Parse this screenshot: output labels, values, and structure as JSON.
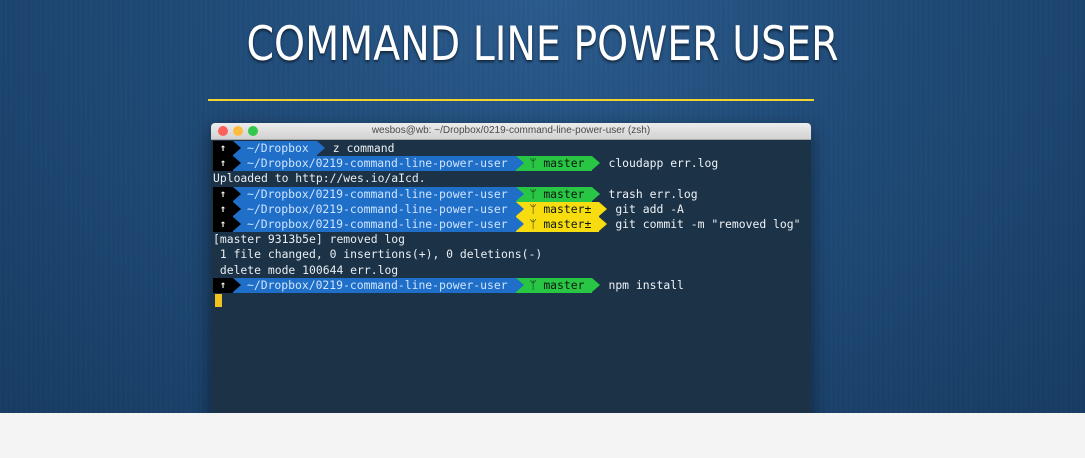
{
  "page": {
    "title": "COMMAND LINE POWER USER"
  },
  "window": {
    "title": "wesbos@wb: ~/Dropbox/0219-command-line-power-user (zsh)"
  },
  "colors": {
    "accent_rule": "#f2d431",
    "path_segment": "#1f6fc9",
    "branch_clean": "#29c544",
    "branch_dirty": "#f7dc10",
    "cursor": "#f2c220",
    "terminal_bg": "#1c3247"
  },
  "terminal": {
    "status_glyph": "↑",
    "branch_glyph": "ᛘ",
    "lines": [
      {
        "kind": "prompt",
        "path": "~/Dropbox",
        "branch": "",
        "state": "",
        "command": "z command"
      },
      {
        "kind": "prompt",
        "path": "~/Dropbox/0219-command-line-power-user",
        "branch": "master",
        "state": "clean",
        "command": "cloudapp err.log"
      },
      {
        "kind": "output",
        "text": "Uploaded to http://wes.io/aIcd."
      },
      {
        "kind": "prompt",
        "path": "~/Dropbox/0219-command-line-power-user",
        "branch": "master",
        "state": "clean",
        "command": "trash err.log"
      },
      {
        "kind": "prompt",
        "path": "~/Dropbox/0219-command-line-power-user",
        "branch": "master±",
        "state": "dirty",
        "command": "git add -A"
      },
      {
        "kind": "prompt",
        "path": "~/Dropbox/0219-command-line-power-user",
        "branch": "master±",
        "state": "dirty",
        "command": "git commit -m \"removed log\""
      },
      {
        "kind": "output",
        "text": "[master 9313b5e] removed log"
      },
      {
        "kind": "output",
        "text": " 1 file changed, 0 insertions(+), 0 deletions(-)"
      },
      {
        "kind": "output",
        "text": " delete mode 100644 err.log"
      },
      {
        "kind": "prompt",
        "path": "~/Dropbox/0219-command-line-power-user",
        "branch": "master",
        "state": "clean",
        "command": "npm install"
      }
    ]
  }
}
